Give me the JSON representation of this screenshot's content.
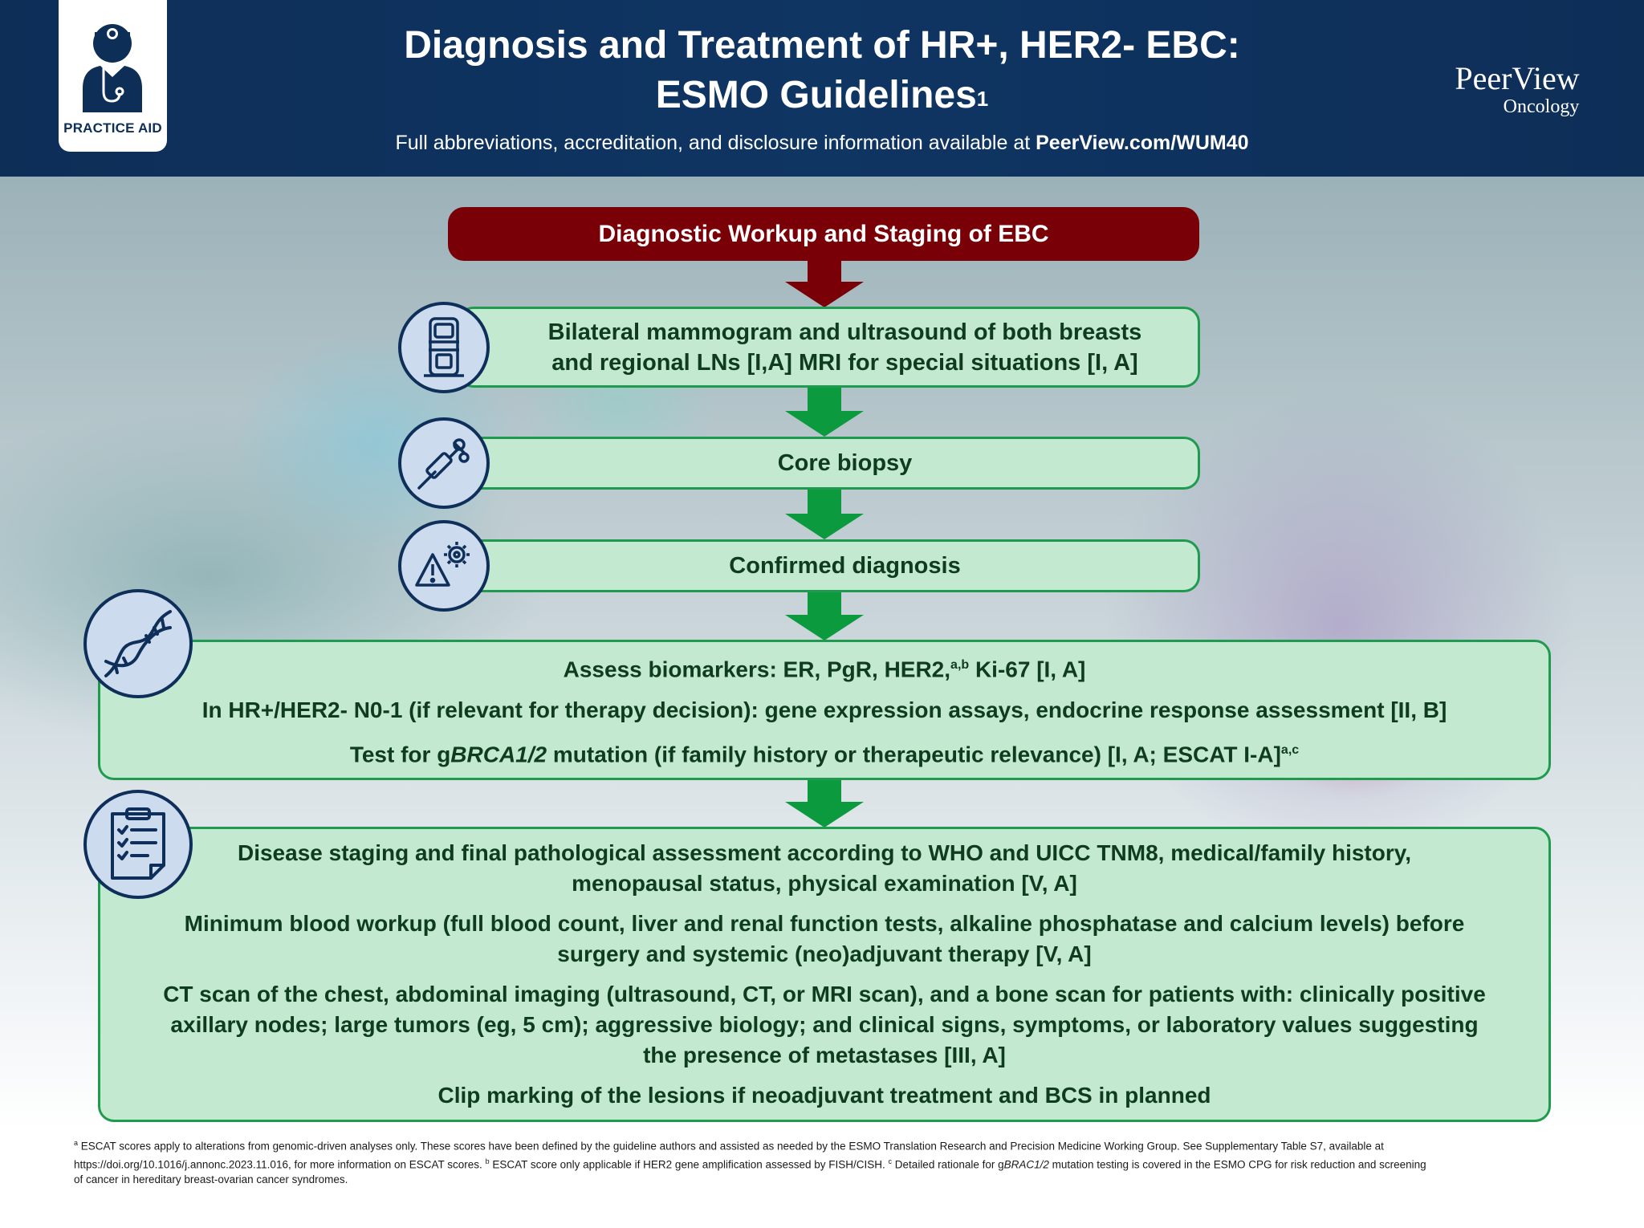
{
  "header": {
    "badge_label": "PRACTICE AID",
    "title_line1": "Diagnosis and Treatment of HR+, HER2- EBC:",
    "title_line2": "ESMO Guidelines",
    "title_sup": "1",
    "subtitle_text": "Full abbreviations, accreditation, and disclosure information available at ",
    "subtitle_link": "PeerView.com/WUM40",
    "brand_line1": "PeerView",
    "brand_line2": "Oncology"
  },
  "flow": {
    "heading": "Diagnostic Workup and Staging of EBC",
    "step1": {
      "line1": "Bilateral mammogram and ultrasound of both breasts",
      "line2": "and regional LNs [I,A] MRI for special situations [I, A]"
    },
    "step2": "Core biopsy",
    "step3": "Confirmed diagnosis",
    "step4": {
      "line1": "Assess biomarkers: ER, PgR, HER2,",
      "line1_sup": "a,b",
      "line1_end": " Ki-67 [I, A]",
      "line2": "In HR+/HER2- N0-1 (if relevant for therapy decision): gene expression assays, endocrine response assessment [II, B]",
      "line3_pre": "Test for g",
      "line3_ital": "BRCA1/2",
      "line3_post": " mutation (if family history or therapeutic relevance) [I, A; ESCAT I-A]",
      "line3_sup": "a,c"
    },
    "step5": {
      "p1a": "Disease staging and final pathological assessment according to WHO and UICC TNM8, medical/family history,",
      "p1b": "menopausal status, physical examination [V, A]",
      "p2a": "Minimum blood workup (full blood count, liver and renal function tests, alkaline phosphatase and calcium levels) before",
      "p2b": "surgery and systemic (neo)adjuvant therapy [V, A]",
      "p3a": "CT scan of the chest, abdominal imaging (ultrasound, CT, or MRI scan), and a bone scan for patients with: clinically positive",
      "p3b": "axillary nodes; large tumors (eg, 5 cm); aggressive biology; and clinical signs, symptoms, or laboratory values suggesting",
      "p3c": "the presence of metastases [III, A]",
      "p4": "Clip marking of the lesions if neoadjuvant treatment and BCS in planned"
    }
  },
  "icons": [
    "doctor-icon",
    "mammography-machine-icon",
    "biopsy-needle-icon",
    "warning-gear-icon",
    "dna-icon",
    "clipboard-checklist-icon"
  ],
  "colors": {
    "header_bg": "#0d2e57",
    "heading_bg": "#7a0007",
    "box_fill": "#c3ead0",
    "box_border": "#1f9a4e",
    "arrow_red": "#7a0007",
    "arrow_green": "#0c9a3f",
    "icon_circle": "#ccdbed"
  },
  "footnotes": {
    "a_mark": "a",
    "a_text": " ESCAT scores apply to alterations from genomic-driven analyses only. These scores have been defined by the guideline authors and assisted as needed by the ESMO Translation Research and Precision Medicine Working Group. See Supplementary Table S7, available at",
    "a_text2": "https://doi.org/10.1016/j.annonc.2023.11.016, for more information on ESCAT scores. ",
    "b_mark": "b",
    "b_text": " ESCAT score only applicable if HER2 gene amplification assessed by FISH/CISH. ",
    "c_mark": "c",
    "c_text_pre": " Detailed rationale for g",
    "c_ital": "BRAC1/2",
    "c_text_post": " mutation testing is covered in the ESMO CPG for risk reduction and screening",
    "c_text2": "of cancer in hereditary breast-ovarian cancer syndromes."
  }
}
